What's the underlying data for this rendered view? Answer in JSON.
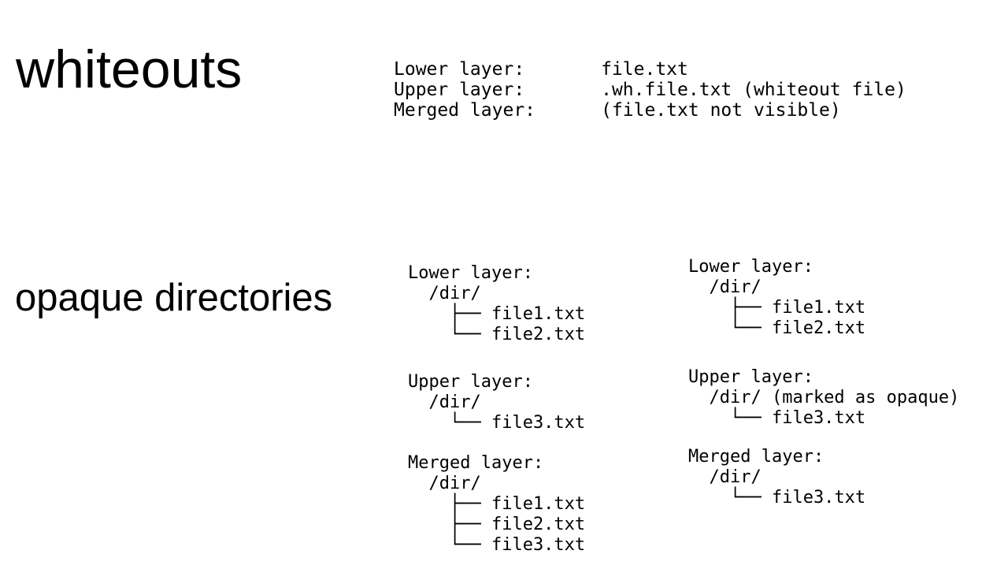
{
  "colors": {
    "background": "#ffffff",
    "text": "#000000"
  },
  "whiteouts": {
    "title": "whiteouts",
    "listing": "Lower layer:       file.txt\nUpper layer:       .wh.file.txt (whiteout file)\nMerged layer:      (file.txt not visible)"
  },
  "opaque": {
    "title": "opaque directories",
    "without_opaque": {
      "lower": "Lower layer:\n  /dir/\n    ├── file1.txt\n    └── file2.txt",
      "upper": "Upper layer:\n  /dir/\n    └── file3.txt",
      "merged": "Merged layer:\n  /dir/\n    ├── file1.txt\n    ├── file2.txt\n    └── file3.txt"
    },
    "with_opaque": {
      "lower": "Lower layer:\n  /dir/\n    ├── file1.txt\n    └── file2.txt",
      "upper": "Upper layer:\n  /dir/ (marked as opaque)\n    └── file3.txt",
      "merged": "Merged layer:\n  /dir/\n    └── file3.txt"
    }
  }
}
